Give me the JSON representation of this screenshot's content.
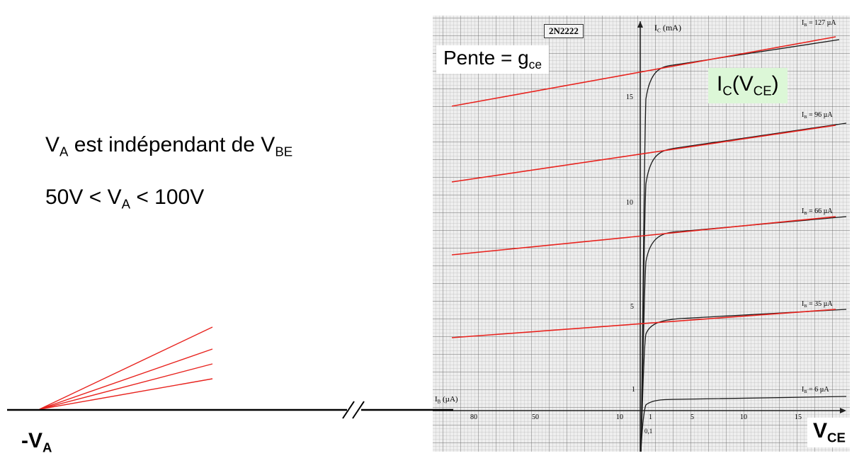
{
  "left_text": {
    "line1": {
      "main": "V",
      "sub": "A",
      "rest": " est indépendant de V",
      "sub2": "BE"
    },
    "line2": {
      "pre": "50V < V",
      "sub": "A",
      "post": " < 100V"
    }
  },
  "neg_va_label": {
    "main": "-V",
    "sub": "A"
  },
  "datasheet": {
    "part_label": "2N2222",
    "ic_axis_label": {
      "main": "I",
      "sub": "C",
      "unit": " (mA)"
    },
    "ib_axis_label": {
      "main": "I",
      "sub": "B",
      "unit": " (µA)"
    },
    "ic_ticks": [
      "15",
      "10",
      "5",
      "1"
    ],
    "vce_ticks": [
      "1",
      "5",
      "10",
      "15"
    ],
    "vce_small_tick": "0,1",
    "ib_ticks": [
      "80",
      "50",
      "10"
    ],
    "curve_labels": [
      {
        "main": "I",
        "sub": "B",
        "value": " = 127 µA"
      },
      {
        "main": "I",
        "sub": "B",
        "value": " = 96 µA"
      },
      {
        "main": "I",
        "sub": "B",
        "value": " = 66 µA"
      },
      {
        "main": "I",
        "sub": "B",
        "value": " = 35 µA"
      },
      {
        "main": "I",
        "sub": "B",
        "value": " = 6 µA"
      }
    ]
  },
  "pente_label": {
    "pre": "Pente = g",
    "sub": "ce"
  },
  "icvce_label": {
    "pre": "I",
    "sub": "C",
    "mid": "(V",
    "sub2": "CE",
    "post": ")"
  },
  "vce_axis_label": {
    "main": "V",
    "sub": "CE"
  },
  "colors": {
    "tangent_lines": "#e8231e",
    "grid": "#9a9a9a",
    "label_bg": "#dcf7d7"
  }
}
